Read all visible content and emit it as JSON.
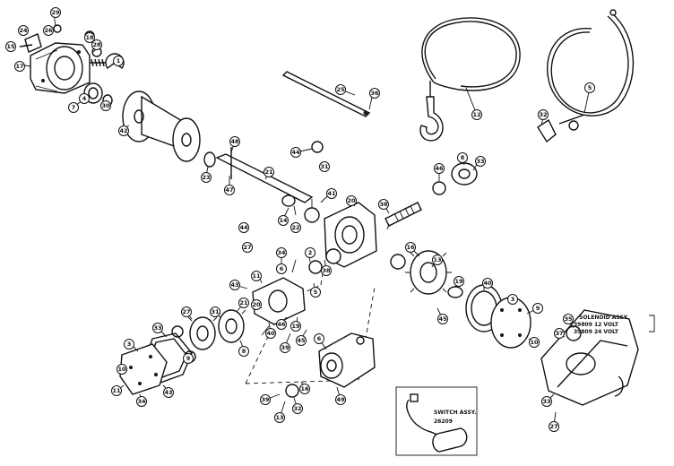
{
  "diagram": {
    "type": "exploded-parts-view",
    "insets": {
      "solenoid_assembly": {
        "line1": "SOLENOID ASSY.",
        "line2": "39809 12 VOLT",
        "line3": "39809 24 VOLT"
      },
      "switch_assembly": {
        "line1": "SWITCH ASSY.",
        "line2": "26209"
      }
    },
    "callouts": [
      {
        "id": "c1",
        "label": "29"
      },
      {
        "id": "c2",
        "label": "24"
      },
      {
        "id": "c3",
        "label": "15"
      },
      {
        "id": "c4",
        "label": "17"
      },
      {
        "id": "c5",
        "label": "28"
      },
      {
        "id": "c6",
        "label": "18"
      },
      {
        "id": "c7",
        "label": "1"
      },
      {
        "id": "c8",
        "label": "26"
      },
      {
        "id": "c9",
        "label": "4"
      },
      {
        "id": "c10",
        "label": "7"
      },
      {
        "id": "c11",
        "label": "30"
      },
      {
        "id": "c12",
        "label": "42"
      },
      {
        "id": "c13",
        "label": "25"
      },
      {
        "id": "c14",
        "label": "36"
      },
      {
        "id": "c15",
        "label": "12"
      },
      {
        "id": "c16",
        "label": "5"
      },
      {
        "id": "c17",
        "label": "32"
      },
      {
        "id": "c18",
        "label": "48"
      },
      {
        "id": "c19",
        "label": "44"
      },
      {
        "id": "c20",
        "label": "21"
      },
      {
        "id": "c21",
        "label": "31"
      },
      {
        "id": "c22",
        "label": "47"
      },
      {
        "id": "c23",
        "label": "23"
      },
      {
        "id": "c24",
        "label": "14"
      },
      {
        "id": "c25",
        "label": "22"
      },
      {
        "id": "c26",
        "label": "41"
      },
      {
        "id": "c27",
        "label": "20"
      },
      {
        "id": "c28",
        "label": "38"
      },
      {
        "id": "c29",
        "label": "46"
      },
      {
        "id": "c30",
        "label": "8"
      },
      {
        "id": "c31",
        "label": "33"
      },
      {
        "id": "c32",
        "label": "44"
      },
      {
        "id": "c33",
        "label": "27"
      },
      {
        "id": "c34",
        "label": "3"
      },
      {
        "id": "c35",
        "label": "16"
      },
      {
        "id": "c36",
        "label": "13"
      },
      {
        "id": "c37",
        "label": "19"
      },
      {
        "id": "c38",
        "label": "40"
      },
      {
        "id": "c39",
        "label": "9"
      },
      {
        "id": "c40",
        "label": "45"
      },
      {
        "id": "c41",
        "label": "35"
      },
      {
        "id": "c42",
        "label": "37"
      },
      {
        "id": "c43",
        "label": "10"
      },
      {
        "id": "c44",
        "label": "11"
      },
      {
        "id": "c45",
        "label": "34"
      },
      {
        "id": "c46",
        "label": "6"
      },
      {
        "id": "c47",
        "label": "43"
      },
      {
        "id": "c48",
        "label": "2"
      },
      {
        "id": "c49",
        "label": "39"
      },
      {
        "id": "c50",
        "label": "3"
      },
      {
        "id": "c51",
        "label": "27"
      },
      {
        "id": "c52",
        "label": "33"
      },
      {
        "id": "c53",
        "label": "49"
      }
    ]
  }
}
